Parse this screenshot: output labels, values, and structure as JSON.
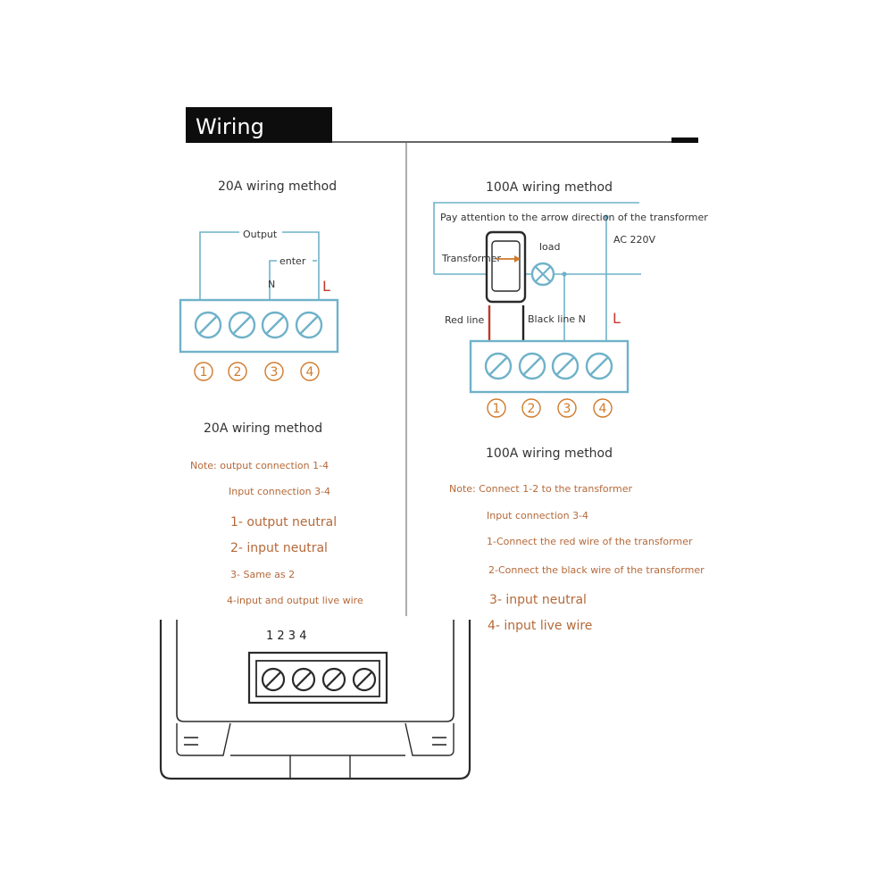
{
  "header": {
    "title": "Wiring"
  },
  "left": {
    "top_heading": "20A wiring method",
    "labels": {
      "output": "Output",
      "enter": "enter",
      "n": "N",
      "l": "L"
    },
    "terminal_numbers": [
      "1",
      "2",
      "3",
      "4"
    ],
    "bottom_heading": "20A wiring method",
    "notes": [
      "Note: output connection 1-4",
      "Input connection 3-4",
      "1- output neutral",
      "2- input neutral",
      "3- Same as 2",
      "4-input and output live wire"
    ]
  },
  "right": {
    "top_heading": "100A wiring method",
    "attention": "Pay attention to the arrow direction of the transformer",
    "labels": {
      "load": "load",
      "ac": "AC 220V",
      "transformer": "Transformer",
      "red_line": "Red line",
      "black_line": "Black line N",
      "l": "L"
    },
    "terminal_numbers": [
      "1",
      "2",
      "3",
      "4"
    ],
    "bottom_heading": "100A wiring method",
    "notes": [
      "Note: Connect 1-2 to the transformer",
      "Input connection 3-4",
      "1-Connect the red wire of the transformer",
      "2-Connect the black wire of the transformer",
      "3- input neutral",
      "4- input live wire"
    ]
  },
  "device": {
    "terminal_label": "1 2 3 4"
  },
  "colors": {
    "wire": "#6fb2c9",
    "note_text": "#b5693a",
    "number": "#d07a2a",
    "live_marker": "#c0392b"
  }
}
